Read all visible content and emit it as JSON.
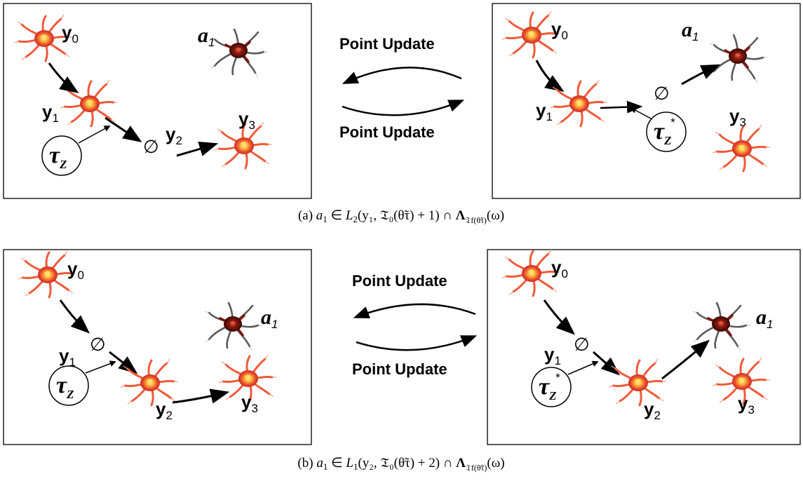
{
  "panel_a": {
    "left": {
      "y0_base": "y",
      "y0_sub": "0",
      "a1_base": "a",
      "a1_sub": "1",
      "y1_base": "y",
      "y1_sub": "1",
      "y2_base": "y",
      "y2_sub": "2",
      "y3_base": "y",
      "y3_sub": "3",
      "empty": "∅",
      "tau": "τ",
      "tau_sub": "Z"
    },
    "right": {
      "y0_base": "y",
      "y0_sub": "0",
      "a1_base": "a",
      "a1_sub": "1",
      "y1_base": "y",
      "y1_sub": "1",
      "y3_base": "y",
      "y3_sub": "3",
      "empty": "∅",
      "tau": "τ",
      "tau_sub": "Z",
      "tau_sup": "*"
    },
    "update_top": "Point Update",
    "update_bottom": "Point Update",
    "caption": {
      "prefix": "(a) ",
      "a": "a",
      "a_sub": "1",
      "in": " ∈ ",
      "L": "L",
      "L_sub": "2",
      "args": "(y₁, 𝔗₀(θ̃τ) + 1) ∩ ",
      "Lambda": "Λ",
      "Lambda_sub": "𝔗f(θ̃τ)",
      "tail": "(ω)"
    }
  },
  "panel_b": {
    "left": {
      "y0_base": "y",
      "y0_sub": "0",
      "a1_base": "a",
      "a1_sub": "1",
      "y1_base": "y",
      "y1_sub": "1",
      "y2_base": "y",
      "y2_sub": "2",
      "y3_base": "y",
      "y3_sub": "3",
      "empty": "∅",
      "tau": "τ",
      "tau_sub": "Z"
    },
    "right": {
      "y0_base": "y",
      "y0_sub": "0",
      "a1_base": "a",
      "a1_sub": "1",
      "y1_base": "y",
      "y1_sub": "1",
      "y2_base": "y",
      "y2_sub": "2",
      "y3_base": "y",
      "y3_sub": "3",
      "empty": "∅",
      "tau": "τ",
      "tau_sub": "Z",
      "tau_sup": "*"
    },
    "update_top": "Point Update",
    "update_bottom": "Point Update",
    "caption": {
      "prefix": "(b) ",
      "a": "a",
      "a_sub": "1",
      "in": " ∈ ",
      "L": "L",
      "L_sub": "1",
      "args": "(y₂, 𝔗₀(θ̃τ) + 2) ∩ ",
      "Lambda": "Λ",
      "Lambda_sub": "𝔗f(θ̃τ)",
      "tail": "(ω)"
    }
  },
  "colors": {
    "neuron_light_core": "#ffd34a",
    "neuron_light_body": "#e8472e",
    "neuron_light_arm": "#f05a3a",
    "neuron_dark_core": "#c0392b",
    "neuron_dark_body": "#5a0d08",
    "neuron_dark_arm": "#6b6b6b",
    "ink": "#000000"
  }
}
